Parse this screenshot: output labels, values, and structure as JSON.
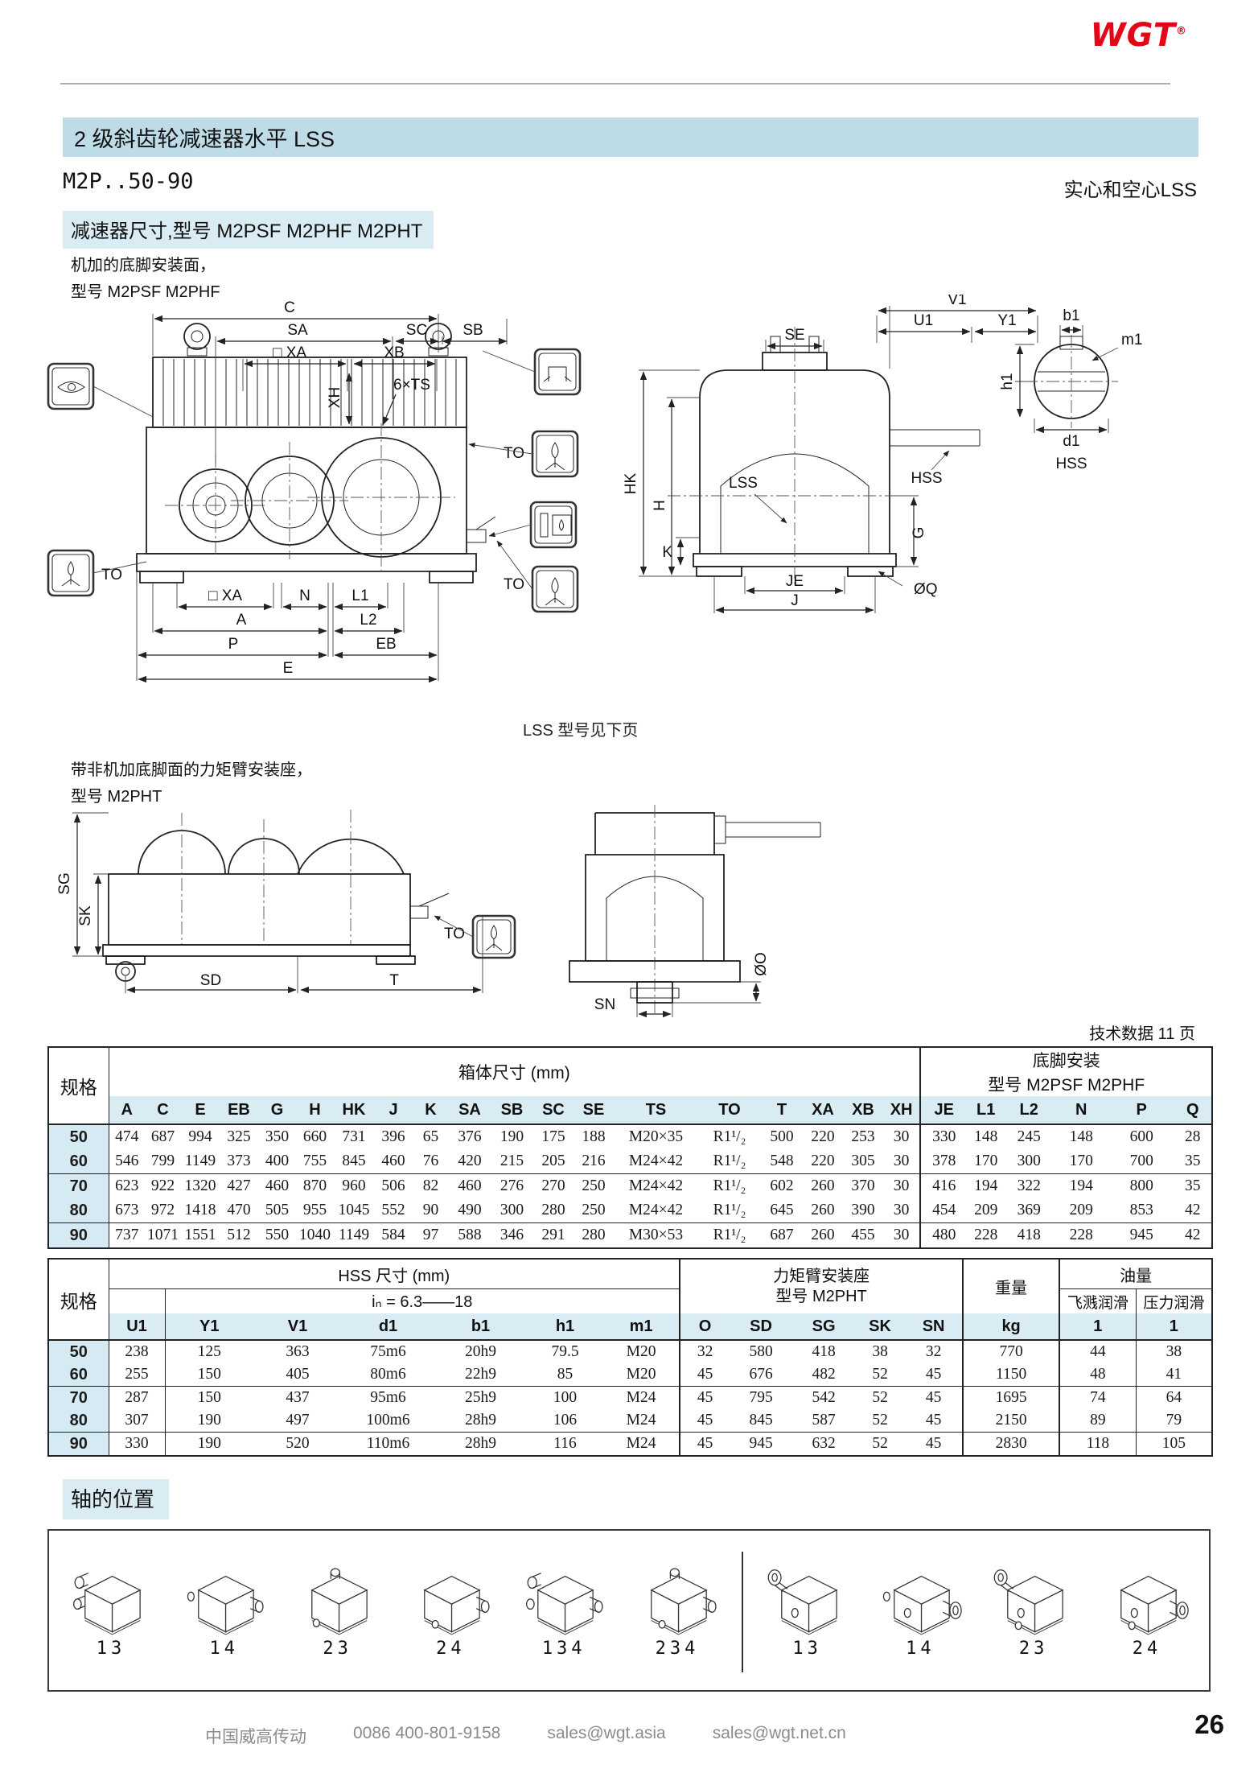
{
  "colors": {
    "accent_blue": "#BEDCE8",
    "accent_blue_light": "#D9ECF3",
    "logo_red": "#E30617"
  },
  "logo": {
    "text": "WGT",
    "reg": "®"
  },
  "header": {
    "title": "2 级斜齿轮减速器水平 LSS",
    "model_range": "M2P..50-90",
    "shaft_type_note": "实心和空心LSS",
    "subtitle": "减速器尺寸,型号 M2PSF M2PHF M2PHT",
    "machined_foot_note_1": "机加的底脚安装面，",
    "machined_foot_note_2": "型号 M2PSF  M2PHF",
    "torque_arm_note_1": "带非机加底脚面的力矩臂安装座，",
    "torque_arm_note_2": "型号 M2PHT",
    "lss_see_next_page": "LSS 型号见下页",
    "tech_data_note": "技术数据 11 页"
  },
  "drawings": {
    "front": {
      "c": "C",
      "sa": "SA",
      "sc": "SC",
      "sb": "SB",
      "xa_top": "□ XA",
      "xb": "XB",
      "xh": "XH",
      "ts": "6×TS",
      "to_right": "TO",
      "to_left": "TO",
      "to_bottom_right": "TO",
      "xa_bottom": "□ XA",
      "n": "N",
      "l1": "L1",
      "a": "A",
      "l2": "L2",
      "p": "P",
      "eb": "EB",
      "e": "E"
    },
    "side": {
      "v1": "V1",
      "u1": "U1",
      "y1": "Y1",
      "se": "SE",
      "hk": "HK",
      "h": "H",
      "lss": "LSS",
      "hss": "HSS",
      "g": "G",
      "k": "K",
      "je": "JE",
      "j": "J",
      "oq": "ØQ"
    },
    "detail": {
      "b1": "b1",
      "m1": "m1",
      "h1": "h1",
      "d1": "d1",
      "hss": "HSS"
    },
    "bottom_view": {
      "sg": "SG",
      "sk": "SK",
      "sd": "SD",
      "t": "T",
      "to": "TO"
    },
    "rear_view": {
      "oo": "ØO",
      "sn": "SN"
    }
  },
  "table_box": {
    "spec_header": "规格",
    "group_box": "箱体尺寸 (mm)",
    "group_foot_1": "底脚安装",
    "group_foot_2": "型号 M2PSF M2PHF",
    "columns": [
      "A",
      "C",
      "E",
      "EB",
      "G",
      "H",
      "HK",
      "J",
      "K",
      "SA",
      "SB",
      "SC",
      "SE",
      "TS",
      "TO",
      "T",
      "XA",
      "XB",
      "XH",
      "JE",
      "L1",
      "L2",
      "N",
      "P",
      "Q"
    ],
    "rows": [
      {
        "spec": "50",
        "values": [
          "474",
          "687",
          "994",
          "325",
          "350",
          "660",
          "731",
          "396",
          "65",
          "376",
          "190",
          "175",
          "188",
          "M20×35",
          "R1¹/₂",
          "500",
          "220",
          "253",
          "30",
          "330",
          "148",
          "245",
          "148",
          "600",
          "28"
        ]
      },
      {
        "spec": "60",
        "values": [
          "546",
          "799",
          "1149",
          "373",
          "400",
          "755",
          "845",
          "460",
          "76",
          "420",
          "215",
          "205",
          "216",
          "M24×42",
          "R1¹/₂",
          "548",
          "220",
          "305",
          "30",
          "378",
          "170",
          "300",
          "170",
          "700",
          "35"
        ]
      },
      {
        "spec": "70",
        "values": [
          "623",
          "922",
          "1320",
          "427",
          "460",
          "870",
          "960",
          "506",
          "82",
          "460",
          "276",
          "270",
          "250",
          "M24×42",
          "R1¹/₂",
          "602",
          "260",
          "370",
          "30",
          "416",
          "194",
          "322",
          "194",
          "800",
          "35"
        ]
      },
      {
        "spec": "80",
        "values": [
          "673",
          "972",
          "1418",
          "470",
          "505",
          "955",
          "1045",
          "552",
          "90",
          "490",
          "300",
          "280",
          "250",
          "M24×42",
          "R1¹/₂",
          "645",
          "260",
          "390",
          "30",
          "454",
          "209",
          "369",
          "209",
          "853",
          "42"
        ]
      },
      {
        "spec": "90",
        "values": [
          "737",
          "1071",
          "1551",
          "512",
          "550",
          "1040",
          "1149",
          "584",
          "97",
          "588",
          "346",
          "291",
          "280",
          "M30×53",
          "R1¹/₂",
          "687",
          "260",
          "455",
          "30",
          "480",
          "228",
          "418",
          "228",
          "945",
          "42"
        ]
      }
    ]
  },
  "table_hss": {
    "spec_header": "规格",
    "group_hss": "HSS 尺寸 (mm)",
    "ratio_note": "iₙ = 6.3——18",
    "group_torque_1": "力矩臂安装座",
    "group_torque_2": "型号 M2PHT",
    "weight_header": "重量",
    "oil_header": "油量",
    "oil_splash": "飞溅润滑",
    "oil_pressure": "压力润滑",
    "columns": [
      "U1",
      "Y1",
      "V1",
      "d1",
      "b1",
      "h1",
      "m1",
      "O",
      "SD",
      "SG",
      "SK",
      "SN",
      "kg",
      "1",
      "1"
    ],
    "rows": [
      {
        "spec": "50",
        "values": [
          "238",
          "125",
          "363",
          "75m6",
          "20h9",
          "79.5",
          "M20",
          "32",
          "580",
          "418",
          "38",
          "32",
          "770",
          "44",
          "38"
        ]
      },
      {
        "spec": "60",
        "values": [
          "255",
          "150",
          "405",
          "80m6",
          "22h9",
          "85",
          "M20",
          "45",
          "676",
          "482",
          "52",
          "45",
          "1150",
          "48",
          "41"
        ]
      },
      {
        "spec": "70",
        "values": [
          "287",
          "150",
          "437",
          "95m6",
          "25h9",
          "100",
          "M24",
          "45",
          "795",
          "542",
          "52",
          "45",
          "1695",
          "74",
          "64"
        ]
      },
      {
        "spec": "80",
        "values": [
          "307",
          "190",
          "497",
          "100m6",
          "28h9",
          "106",
          "M24",
          "45",
          "845",
          "587",
          "52",
          "45",
          "2150",
          "89",
          "79"
        ]
      },
      {
        "spec": "90",
        "values": [
          "330",
          "190",
          "520",
          "110m6",
          "28h9",
          "116",
          "M24",
          "45",
          "945",
          "632",
          "52",
          "45",
          "2830",
          "118",
          "105"
        ]
      }
    ]
  },
  "shaft_positions": {
    "title": "轴的位置",
    "items": [
      {
        "label": "13"
      },
      {
        "label": "14"
      },
      {
        "label": "23"
      },
      {
        "label": "24"
      },
      {
        "label": "134"
      },
      {
        "label": "234"
      },
      {
        "label": "13"
      },
      {
        "label": "14"
      },
      {
        "label": "23"
      },
      {
        "label": "24"
      }
    ]
  },
  "footer": {
    "company": "中国威高传动",
    "phone": "0086 400-801-9158",
    "email_1": "sales@wgt.asia",
    "email_2": "sales@wgt.net.cn",
    "page_number": "26"
  }
}
